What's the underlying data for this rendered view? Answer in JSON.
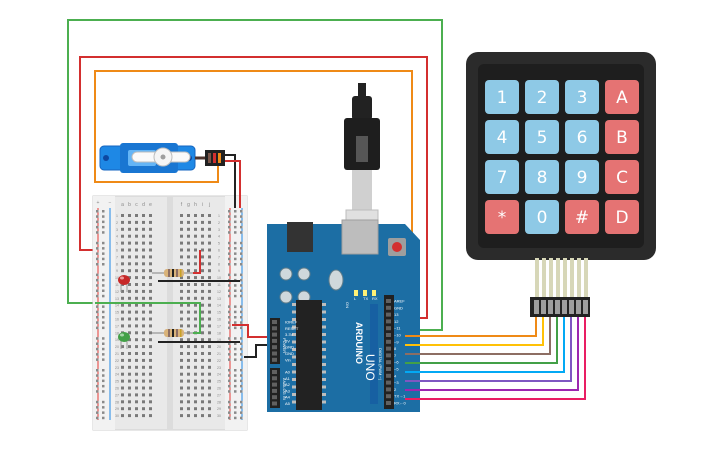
{
  "colors": {
    "wire_green": "#4caf50",
    "wire_red": "#d32f2f",
    "wire_orange": "#ef8a17",
    "board_blue": "#1c6ea4",
    "keypad_dark": "#2b2b2b",
    "key_blue": "#8ec9e6",
    "key_red": "#e57373",
    "servo_blue": "#1e88e5",
    "led_red": "#c62828",
    "led_green": "#43a047"
  },
  "keypad": {
    "keys": [
      {
        "label": "1",
        "type": "num"
      },
      {
        "label": "2",
        "type": "num"
      },
      {
        "label": "3",
        "type": "num"
      },
      {
        "label": "A",
        "type": "letter"
      },
      {
        "label": "4",
        "type": "num"
      },
      {
        "label": "5",
        "type": "num"
      },
      {
        "label": "6",
        "type": "num"
      },
      {
        "label": "B",
        "type": "letter"
      },
      {
        "label": "7",
        "type": "num"
      },
      {
        "label": "8",
        "type": "num"
      },
      {
        "label": "9",
        "type": "num"
      },
      {
        "label": "C",
        "type": "letter"
      },
      {
        "label": "*",
        "type": "sym"
      },
      {
        "label": "0",
        "type": "num"
      },
      {
        "label": "#",
        "type": "sym"
      },
      {
        "label": "D",
        "type": "letter"
      }
    ],
    "ribbon_colors": [
      "#ef8a17",
      "#ffc107",
      "#8d6e63",
      "#43a047",
      "#03a9f4",
      "#7e57c2",
      "#9c27b0",
      "#e91e63"
    ]
  },
  "arduino": {
    "brand": "ARDUINO",
    "model": "UNO",
    "digital_label": "DIGITAL (PWM ~)",
    "power_label": "POWER",
    "analog_label": "ANALOG IN",
    "pins_right": [
      "AREF",
      "GND",
      "13",
      "12",
      "~11",
      "~10",
      "~9",
      "8",
      "7",
      "~6",
      "~5",
      "4",
      "~3",
      "2",
      "TX→1",
      "RX←0"
    ],
    "pins_left_power": [
      "IOREF",
      "RESET",
      "3.3V",
      "5V",
      "GND",
      "GND",
      "Vin"
    ],
    "pins_left_analog": [
      "A0",
      "A1",
      "A2",
      "A3",
      "A4",
      "A5"
    ],
    "led_labels": [
      "L",
      "TX",
      "RX"
    ],
    "on_label": "ON"
  },
  "breadboard": {
    "columns": [
      "a",
      "b",
      "c",
      "d",
      "e",
      "f",
      "g",
      "h",
      "i",
      "j"
    ],
    "rows": [
      "1",
      "2",
      "3",
      "4",
      "5",
      "6",
      "7",
      "8",
      "9",
      "10",
      "11",
      "12",
      "13",
      "14",
      "15",
      "16",
      "17",
      "18",
      "19",
      "20",
      "21",
      "22",
      "23",
      "24",
      "25",
      "26",
      "27",
      "28",
      "29",
      "30"
    ],
    "rail_plus": "+",
    "rail_minus": "−"
  }
}
